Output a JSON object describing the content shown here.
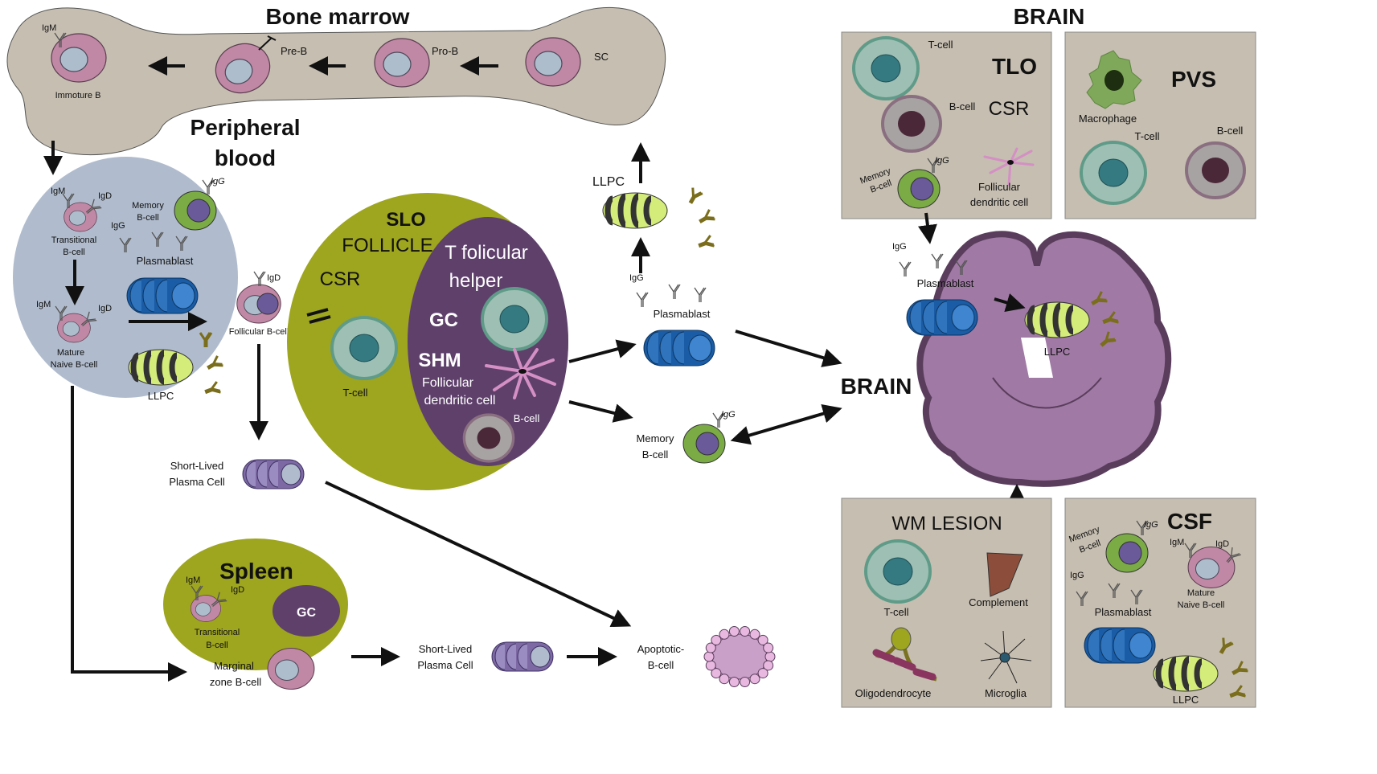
{
  "bone_marrow": {
    "title": "Bone marrow",
    "cells": {
      "sc": "SC",
      "pro_b": "Pro-B",
      "pre_b": "Pre-B",
      "immature_b": "Immoture B",
      "igm": "IgM"
    }
  },
  "peripheral_blood": {
    "title_line1": "Peripheral",
    "title_line2": "blood",
    "igm": "IgM",
    "igd": "IgD",
    "transitional_line1": "Transitional",
    "transitional_line2": "B-cell",
    "memory_line1": "Memory",
    "memory_line2": "B-cell",
    "memory_igg": "IgG",
    "igg": "IgG",
    "plasmablast": "Plasmablast",
    "mature_igm": "IgM",
    "mature_igd": "IgD",
    "mature_line1": "Mature",
    "mature_line2": "Naive B-cell",
    "llpc": "LLPC"
  },
  "follicular": {
    "igd": "IgD",
    "label": "Follicular B-cell"
  },
  "short_lived_1": {
    "line1": "Short-Lived",
    "line2": "Plasma Cell"
  },
  "slo": {
    "title": "SLO",
    "follicle": "FOLLICLE",
    "csr": "CSR",
    "t_cell": "T-cell",
    "tfh_line1": "T folicular",
    "tfh_line2": "helper",
    "gc": "GC",
    "shm": "SHM",
    "fdc_line1": "Follicular",
    "fdc_line2": "dendritic cell",
    "b_cell": "B-cell"
  },
  "middle": {
    "llpc": "LLPC",
    "igg": "IgG",
    "plasmablast": "Plasmablast",
    "memory_igg": "IgG",
    "memory_line1": "Memory",
    "memory_line2": "B-cell",
    "brain": "BRAIN"
  },
  "spleen": {
    "title": "Spleen",
    "gc": "GC",
    "igm": "IgM",
    "igd": "IgD",
    "transitional_line1": "Transitional",
    "transitional_line2": "B-cell",
    "marginal_line1": "Marginal",
    "marginal_line2": "zone B-cell"
  },
  "bottom": {
    "short_lived_line1": "Short-Lived",
    "short_lived_line2": "Plasma Cell",
    "apoptotic_line1": "Apoptotic-",
    "apoptotic_line2": "B-cell"
  },
  "brain": {
    "title": "BRAIN",
    "tlo": {
      "title": "TLO",
      "csr": "CSR",
      "t_cell": "T-cell",
      "b_cell": "B-cell",
      "memory_line1": "Memory",
      "memory_line2": "B-cell",
      "igg": "IgG",
      "fdc_line1": "Follicular",
      "fdc_line2": "dendritic cell"
    },
    "pvs": {
      "title": "PVS",
      "macrophage": "Macrophage",
      "t_cell": "T-cell",
      "b_cell": "B-cell"
    },
    "inner": {
      "igg": "IgG",
      "plasmablast": "Plasmablast",
      "llpc": "LLPC"
    },
    "wm_lesion": {
      "title": "WM LESION",
      "t_cell": "T-cell",
      "complement": "Complement",
      "oligodendrocyte": "Oligodendrocyte",
      "microglia": "Microglia"
    },
    "csf": {
      "title": "CSF",
      "memory_line1": "Memory",
      "memory_line2": "B-cell",
      "igg": "IgG",
      "igm": "IgM",
      "igd": "IgD",
      "mature_line1": "Mature",
      "mature_line2": "Naive B-cell",
      "igg2": "IgG",
      "plasmablast": "Plasmablast",
      "llpc": "LLPC"
    }
  },
  "colors": {
    "bone": "#c6beb1",
    "blood": "#b0bccd",
    "slo": "#9ea51f",
    "tfh_zone": "#5e406b",
    "b_precursor": "#c088a5",
    "t_cell": "#9ec0b4",
    "memory_b": "#7aab45",
    "plasmablast": "#1a5ca5",
    "llpc": "#d4ec7a",
    "short_lived": "#7d6aa5",
    "brain_tissue": "#a07aa5"
  }
}
